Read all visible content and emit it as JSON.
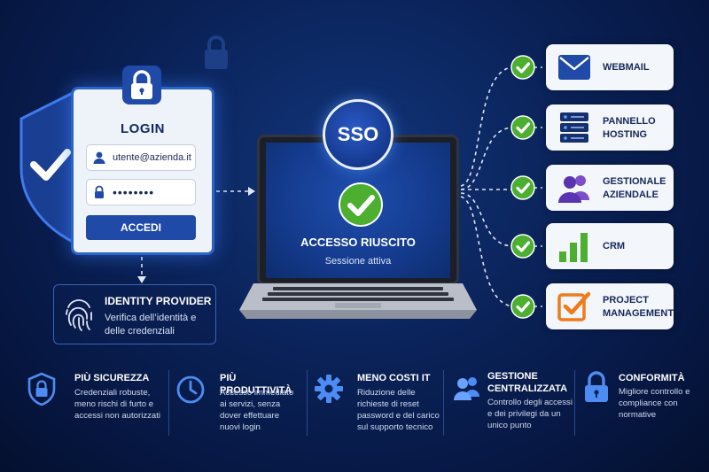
{
  "login": {
    "title": "LOGIN",
    "email_value": "utente@azienda.it",
    "password_value": "••••••••",
    "submit_label": "ACCEDI"
  },
  "identity_provider": {
    "title": "IDENTITY PROVIDER",
    "description": "Verifica dell’identità e delle credenziali"
  },
  "sso": {
    "badge": "SSO",
    "status_title": "ACCESSO RIUSCITO",
    "status_subtitle": "Sessione attiva"
  },
  "services": [
    {
      "label": "WEBMAIL",
      "icon": "mail-icon"
    },
    {
      "label": "PANNELLO HOSTING",
      "icon": "server-icon"
    },
    {
      "label": "GESTIONALE AZIENDALE",
      "icon": "users-icon"
    },
    {
      "label": "CRM",
      "icon": "bar-chart-icon"
    },
    {
      "label": "PROJECT MANAGEMENT",
      "icon": "checkbox-icon"
    }
  ],
  "benefits": [
    {
      "title": "PIÙ SICUREZZA",
      "text": "Credenziali robuste, meno rischi di furto e accessi non autorizzati",
      "icon": "shield-lock-icon"
    },
    {
      "title": "PIÙ PRODUTTIVITÀ",
      "text": "Accesso immediato ai servizi, senza dover effettuare nuovi login",
      "icon": "clock-icon"
    },
    {
      "title": "MENO COSTI IT",
      "text": "Riduzione delle richieste di reset password e del carico sul supporto tecnico",
      "icon": "gear-icon"
    },
    {
      "title": "GESTIONE CENTRALIZZATA",
      "text": "Controllo degli accessi e dei privilegi da un unico punto",
      "icon": "users-icon"
    },
    {
      "title": "CONFORMITÀ",
      "text": "Migliore controllo e compliance con normative",
      "icon": "lock-icon"
    }
  ],
  "colors": {
    "accent_blue": "#1f4aa8",
    "success_green": "#4caf2f",
    "background_navy": "#0a2258"
  }
}
